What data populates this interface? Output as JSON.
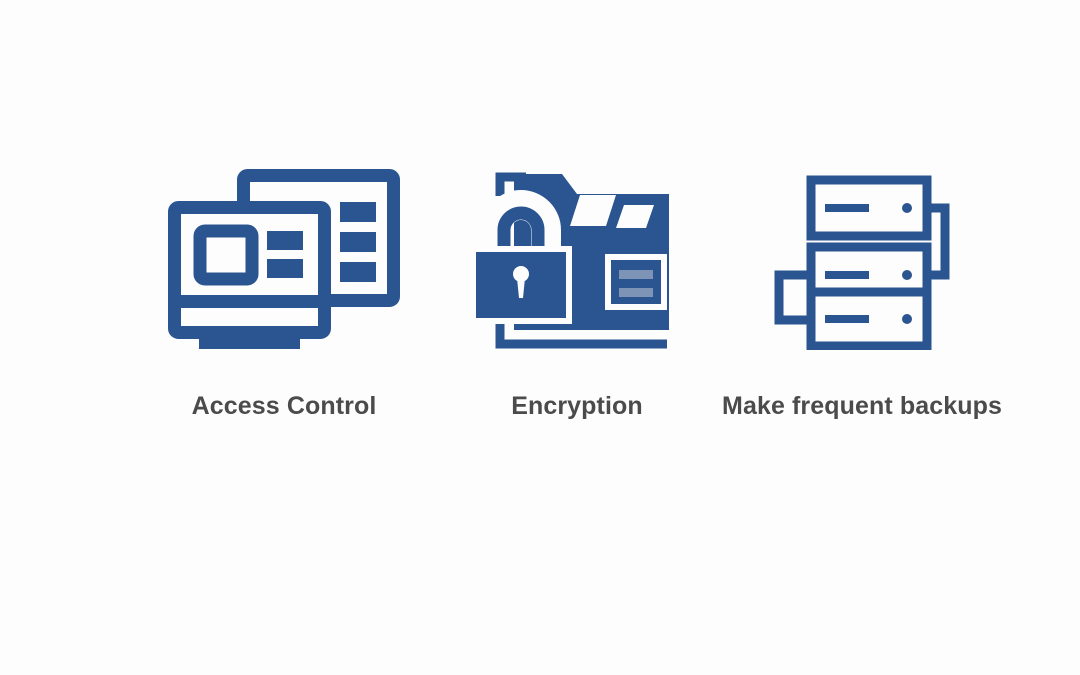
{
  "slide": {
    "background_color": "#fdfdfd",
    "accent_color": "#2a5590",
    "accent_color_light": "#7d94b6",
    "text_color": "#4b4b4b",
    "items": [
      {
        "id": "access-control",
        "label": "Access Control",
        "icon": "monitor-with-user-card-icon"
      },
      {
        "id": "encryption",
        "label": "Encryption",
        "icon": "locked-folder-icon"
      },
      {
        "id": "make-frequent-backups",
        "label": "Make frequent backups",
        "icon": "server-rack-stack-icon"
      }
    ]
  }
}
